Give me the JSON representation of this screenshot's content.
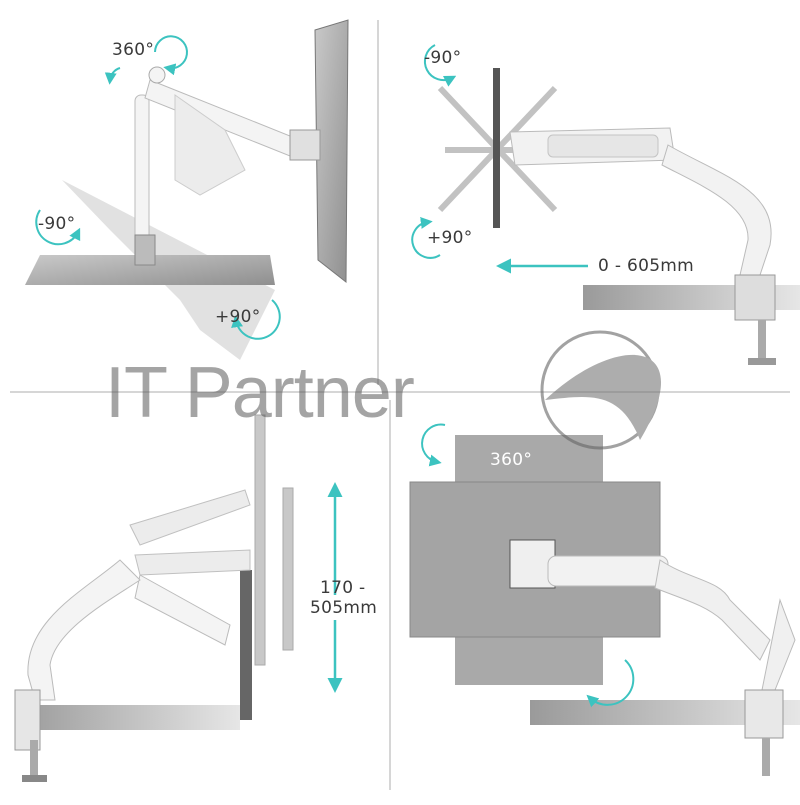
{
  "colors": {
    "accent": "#3cc3c0",
    "metal": "#b8b8b8",
    "screen": "#9e9e9e",
    "mount": "#f2f2f2"
  },
  "watermark": {
    "text": "IT Partner"
  },
  "panels": {
    "top_left": {
      "rotate_label": "360°",
      "tilt_down_label": "-90°",
      "tilt_up_label": "+90°"
    },
    "top_right": {
      "tilt_down_label": "-90°",
      "tilt_up_label": "+90°",
      "extension_label": "0 - 605mm"
    },
    "bottom_left": {
      "height_label_line1": "170 -",
      "height_label_line2": "505mm"
    },
    "bottom_right": {
      "rotate_label": "360°"
    }
  },
  "icons": [
    "rotate-arrow-icon",
    "extension-arrow-icon",
    "height-arrow-icon",
    "watermark-logo-icon"
  ]
}
